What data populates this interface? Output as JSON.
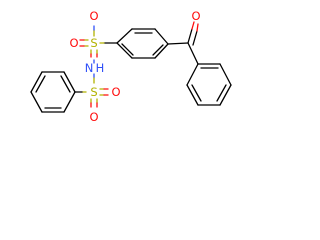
{
  "molecule": {
    "atoms": {
      "s_top": "S",
      "s_bottom": "S",
      "o_top_left": "O",
      "o_top_bottom": "O",
      "o_bottom_left": "O",
      "o_bottom_right": "O",
      "o_ketone": "O",
      "n": "N",
      "h": "H"
    }
  },
  "colors": {
    "bond": "#000000",
    "oxygen": "#ff0d0d",
    "sulfur": "#b2b200",
    "nitrogen": "#3050f8"
  }
}
